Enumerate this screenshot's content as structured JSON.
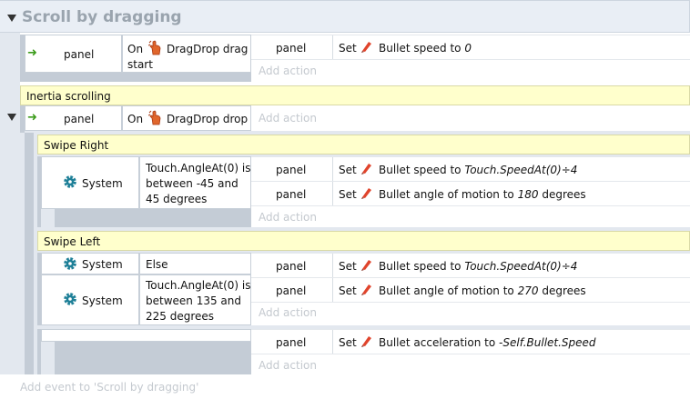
{
  "group": {
    "title": "Scroll by dragging",
    "add_event": "Add event to 'Scroll by dragging'"
  },
  "event1": {
    "object": "panel",
    "condition_prefix": "On",
    "condition_line1": "DragDrop drag",
    "condition_line2": "start",
    "action_object": "panel",
    "action_set": "Set",
    "action_text": "Bullet speed to",
    "action_value": "0",
    "add_action": "Add action"
  },
  "comment1": "Inertia scrolling",
  "event2": {
    "object": "panel",
    "condition_prefix": "On",
    "condition_text": "DragDrop drop",
    "add_action": "Add action"
  },
  "comment2": "Swipe Right",
  "event3": {
    "object": "System",
    "cond_line1": "Touch.AngleAt(0) is",
    "cond_line2": "between -45 and",
    "cond_line3": "45 degrees",
    "actions": [
      {
        "object": "panel",
        "set": "Set",
        "text": "Bullet speed to",
        "value": "Touch.SpeedAt(0)÷4",
        "suffix": ""
      },
      {
        "object": "panel",
        "set": "Set",
        "text": "Bullet angle of motion to",
        "value": "180",
        "suffix": "degrees"
      }
    ],
    "add_action": "Add action"
  },
  "comment3": "Swipe Left",
  "event4": {
    "cond1_object": "System",
    "cond1_text": "Else",
    "cond2_object": "System",
    "cond2_line1": "Touch.AngleAt(0) is",
    "cond2_line2": "between 135 and",
    "cond2_line3": "225 degrees",
    "actions": [
      {
        "object": "panel",
        "set": "Set",
        "text": "Bullet speed to",
        "value": "Touch.SpeedAt(0)÷4",
        "suffix": ""
      },
      {
        "object": "panel",
        "set": "Set",
        "text": "Bullet angle of motion to",
        "value": "270",
        "suffix": "degrees"
      }
    ],
    "add_action": "Add action"
  },
  "event5": {
    "action_object": "panel",
    "action_set": "Set",
    "action_text": "Bullet acceleration to",
    "action_value": "-Self.Bullet.Speed",
    "add_action": "Add action"
  },
  "icons": {
    "arrow": "trigger-arrow-icon",
    "gear": "system-gear-icon",
    "pen": "bullet-behavior-icon",
    "hand": "dragdrop-hand-icon"
  },
  "colors": {
    "comment_bg": "#ffffcc",
    "trigger_arrow": "#3d9c1c",
    "gear": "#1d7f97",
    "pen": "#e0442c"
  }
}
